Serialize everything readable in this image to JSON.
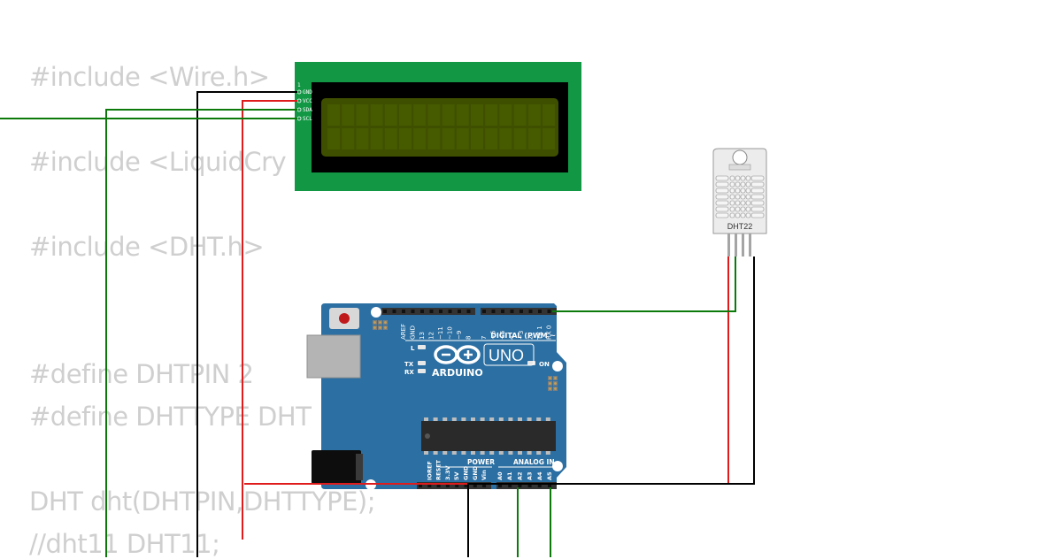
{
  "code": {
    "lines": [
      "#include <Wire.h>",
      "#include <LiquidCry",
      "#include <DHT.h>",
      "#define DHTPIN 2",
      "#define DHTTYPE DHT",
      "DHT dht(DHTPIN,DHTTYPE);",
      "//dht11 DHT11;"
    ]
  },
  "lcd": {
    "pins": [
      "GND",
      "VCC",
      "SDA",
      "SCL"
    ],
    "pin_index": "1",
    "colors": {
      "frame": "#129845",
      "bezel": "#000000",
      "screen": "#3e4f00"
    }
  },
  "sensor": {
    "label": "DHT22",
    "colors": {
      "body": "#ececec"
    }
  },
  "arduino": {
    "brand": "ARDUINO",
    "model": "UNO",
    "digital_label": "DIGITAL (PWM ~)",
    "power_label": "POWER",
    "analog_label": "ANALOG IN",
    "on_label": "ON",
    "led_labels": [
      "L",
      "TX",
      "RX"
    ],
    "digital_pins": [
      "AREF",
      "GND",
      "13",
      "12",
      "~11",
      "~10",
      "~9",
      "8",
      "7",
      "~6",
      "~5",
      "4",
      "~3",
      "2",
      "TX 1",
      "RX 0"
    ],
    "power_pins": [
      "IOREF",
      "RESET",
      "3.3V",
      "5V",
      "GND",
      "GND",
      "Vin"
    ],
    "analog_pins": [
      "A0",
      "A1",
      "A2",
      "A3",
      "A4",
      "A5"
    ],
    "colors": {
      "board": "#2c6fa2",
      "header": "#333333"
    }
  },
  "wires": {
    "colors": {
      "gnd": "#000000",
      "vcc": "#e01b1b",
      "data": "#0b7a0b"
    }
  }
}
